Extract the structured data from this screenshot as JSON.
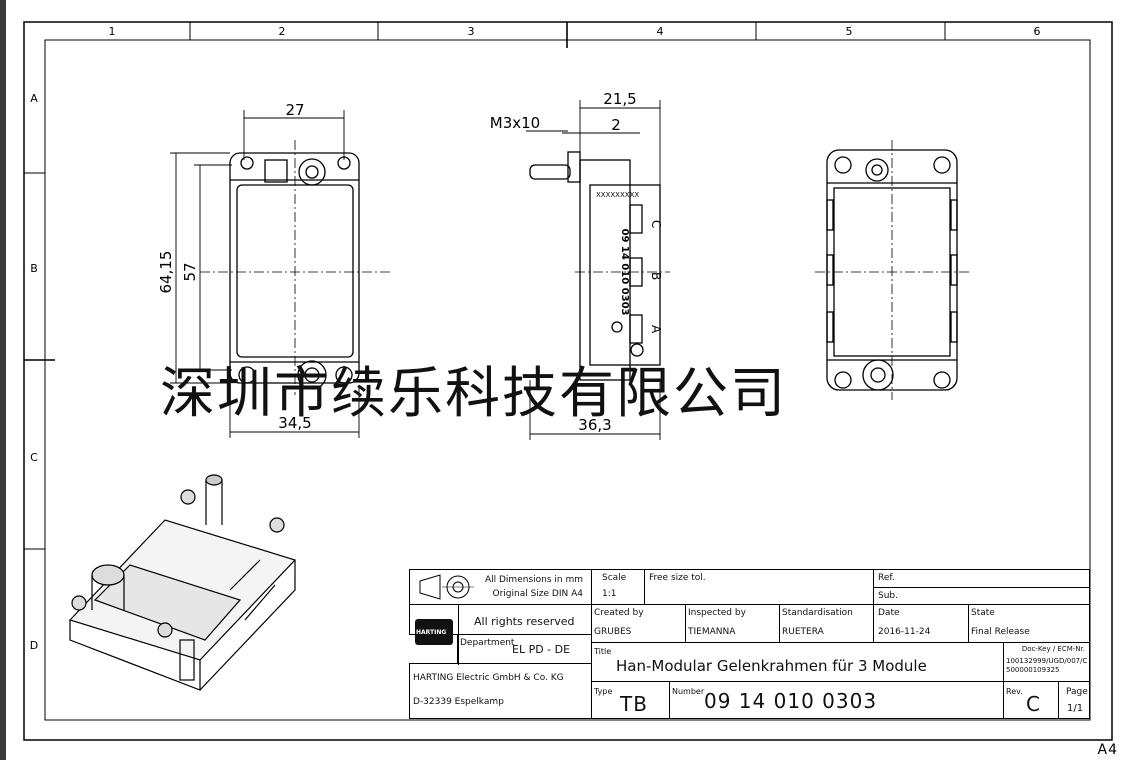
{
  "sheet": {
    "column_labels": [
      "1",
      "2",
      "3",
      "4",
      "5",
      "6"
    ],
    "row_labels": [
      "A",
      "B",
      "C",
      "D"
    ],
    "paper_size": "A4"
  },
  "dimensions": {
    "front_width": "27",
    "front_height_outer": "64,15",
    "front_height_inner": "57",
    "front_bottom_width": "34,5",
    "side_top_width": "21,5",
    "side_screw": "M3x10",
    "side_offset": "2",
    "side_bottom_width": "36,3",
    "part_marking": "09 14 010 0303",
    "slot_labels": [
      "C",
      "B",
      "A"
    ]
  },
  "watermark": "深圳市续乐科技有限公司",
  "title_block": {
    "units_note": "All Dimensions in mm",
    "size_note": "Original Size DIN A4",
    "rights": "All rights reserved",
    "logo_text": "HARTING",
    "department_label": "Department",
    "department": "EL PD - DE",
    "company": "HARTING Electric GmbH & Co. KG",
    "address": "D-32339 Espelkamp",
    "scale_label": "Scale",
    "scale": "1:1",
    "tolerance": "Free size tol.",
    "ref_label": "Ref.",
    "sub_label": "Sub.",
    "created_label": "Created by",
    "created": "GRUBES",
    "inspected_label": "Inspected by",
    "inspected": "TIEMANNA",
    "standard_label": "Standardisation",
    "standard": "RUETERA",
    "date_label": "Date",
    "date": "2016-11-24",
    "state_label": "State",
    "state": "Final Release",
    "dockey_label": "Doc-Key / ECM-Nr.",
    "dockey_1": "100132999/UGD/007/C",
    "dockey_2": "500000109325",
    "title_label": "Title",
    "title": "Han-Modular Gelenkrahmen für 3 Module",
    "type_label": "Type",
    "type": "TB",
    "number_label": "Number",
    "number": "09 14 010 0303",
    "rev_label": "Rev.",
    "rev": "C",
    "page_label": "Page",
    "page": "1/1"
  }
}
